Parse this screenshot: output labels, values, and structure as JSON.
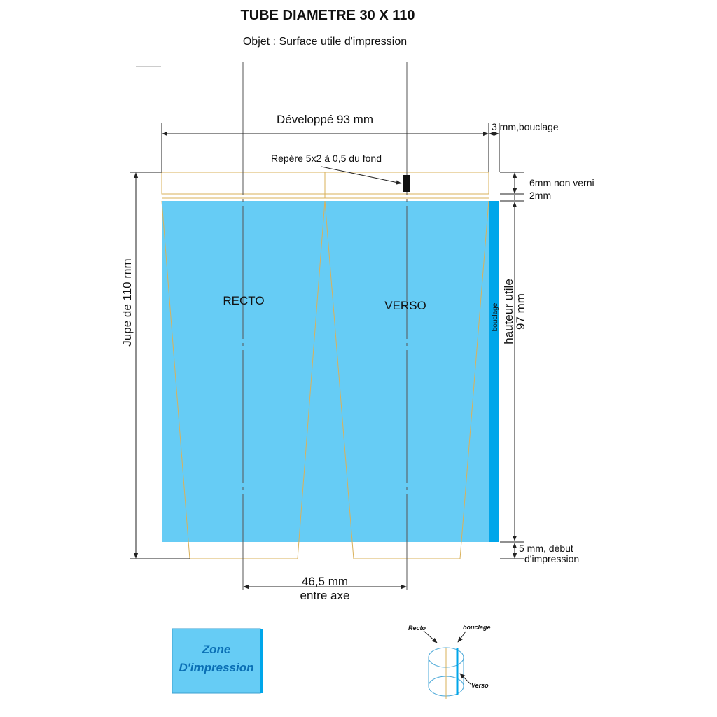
{
  "title": "TUBE DIAMETRE 30 X 110",
  "subtitle": "Objet : Surface utile d'impression",
  "labels": {
    "developpe": "Développé 93 mm",
    "bouclage_width": "3 mm,bouclage",
    "repere": "Repére 5x2 à 0,5 du fond",
    "non_verni": "6mm  non verni",
    "two_mm": "2mm",
    "jupe": "Jupe de 110 mm",
    "recto": "RECTO",
    "verso": "VERSO",
    "bouclage_strip": "bouclage",
    "hauteur_line1": "hauteur utile",
    "hauteur_line2": "97 mm",
    "debut_line1": "5 mm, début",
    "debut_line2": "d'impression",
    "entre_axe_line1": "46,5 mm",
    "entre_axe_line2": "entre axe"
  },
  "legend": {
    "line1": "Zone",
    "line2": "D'impression"
  },
  "mini_tube": {
    "recto": "Recto",
    "bouclage": "bouclage",
    "verso": "Verso"
  },
  "colors": {
    "print_zone": "#66ccf5",
    "bouclage_strip": "#00a6ea",
    "outline": "#d9b15a",
    "dimension_line": "#222222",
    "legend_text": "#0a6fb5"
  }
}
